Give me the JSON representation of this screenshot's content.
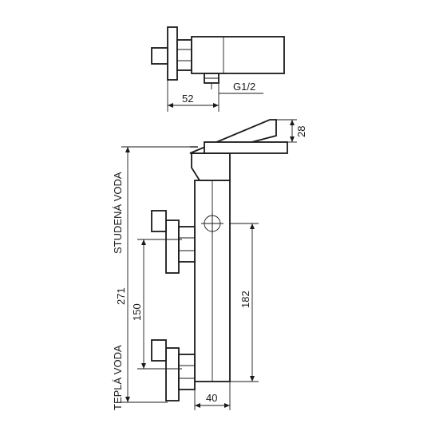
{
  "dimensions": {
    "top_width": "52",
    "thread": "G1/2",
    "spout_height": "28",
    "total_height": "271",
    "inlet_spacing": "150",
    "body_height": "182",
    "body_width": "40"
  },
  "labels": {
    "cold_water": "STUDENÁ VODA",
    "hot_water": "TEPLÁ VODA"
  }
}
